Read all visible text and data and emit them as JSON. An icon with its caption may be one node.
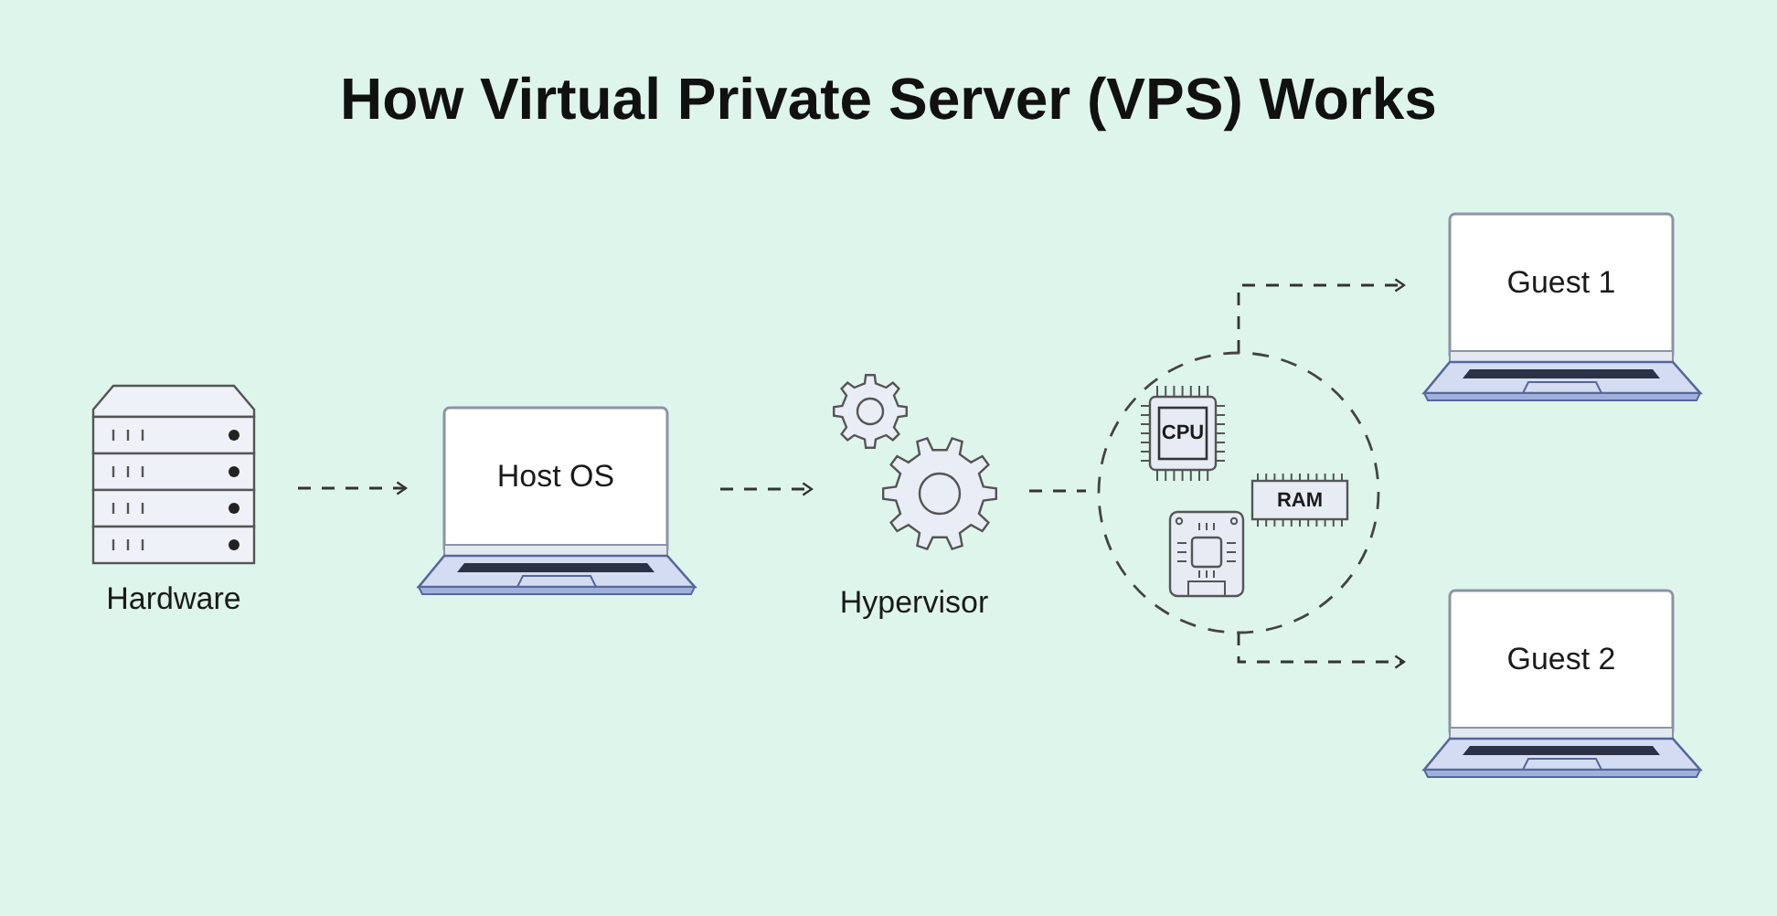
{
  "diagram": {
    "title": "How Virtual Private Server (VPS) Works",
    "nodes": [
      {
        "text": [
          "Hardware"
        ]
      },
      {
        "text": [
          "Host OS"
        ]
      },
      {
        "text": [
          "Hypervisor"
        ]
      },
      {
        "text": [],
        "shape": "circle"
      },
      {
        "text": [
          "CPU"
        ],
        "in": 3
      },
      {
        "text": [
          "RAM"
        ],
        "in": 3
      },
      {
        "text": [
          "Guest 1"
        ]
      },
      {
        "text": [
          "Guest 2"
        ]
      }
    ],
    "edges": [
      {
        "from": 0,
        "to": 1,
        "arrow": "to",
        "style": "dashed"
      },
      {
        "from": 1,
        "to": 2,
        "arrow": "to",
        "style": "dashed"
      },
      {
        "from": 2,
        "to": 3,
        "arrow": "none",
        "style": "dashed"
      },
      {
        "from": 3,
        "to": 6,
        "arrow": "to",
        "style": "dashed"
      },
      {
        "from": 3,
        "to": 7,
        "arrow": "to",
        "style": "dashed"
      }
    ]
  }
}
